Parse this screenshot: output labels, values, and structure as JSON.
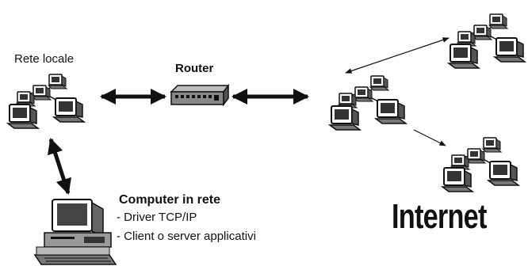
{
  "labels": {
    "rete_locale": "Rete locale",
    "router": "Router",
    "computer_title": "Computer in rete",
    "computer_line1": "- Driver TCP/IP",
    "computer_line2": "- Client o server applicativi",
    "internet": "Internet"
  },
  "icons": [
    "network-cluster-icon",
    "router-icon",
    "desktop-computer-icon",
    "double-arrow-icon"
  ],
  "colors": {
    "ink": "#111111",
    "background": "#ffffff"
  }
}
